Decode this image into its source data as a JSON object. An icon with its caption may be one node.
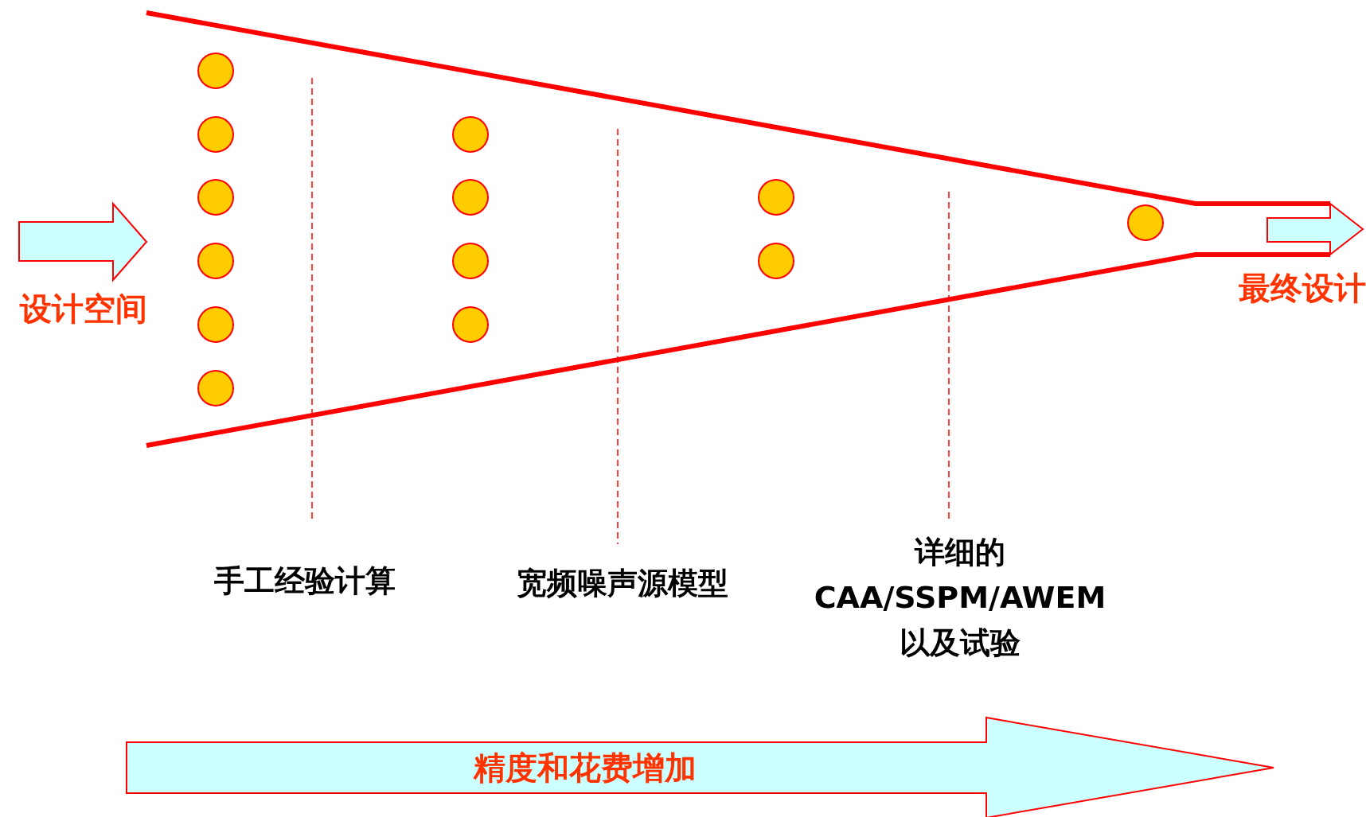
{
  "diagram": {
    "nodes": [
      {
        "text": [
          "设计空间"
        ]
      },
      {
        "text": [],
        "shape": "circle"
      },
      {
        "text": [],
        "shape": "circle"
      },
      {
        "text": [],
        "shape": "circle"
      },
      {
        "text": [],
        "shape": "circle"
      },
      {
        "text": [],
        "shape": "circle"
      },
      {
        "text": [],
        "shape": "circle"
      },
      {
        "text": [],
        "shape": "circle"
      },
      {
        "text": [],
        "shape": "circle"
      },
      {
        "text": [],
        "shape": "circle"
      },
      {
        "text": [],
        "shape": "circle"
      },
      {
        "text": [],
        "shape": "circle"
      },
      {
        "text": [],
        "shape": "circle"
      },
      {
        "text": [],
        "shape": "circle"
      },
      {
        "text": [
          "最终设计"
        ]
      },
      {
        "text": [
          "精度和花费增加"
        ]
      }
    ],
    "edges": [],
    "labels": [
      "手工经验计算",
      "宽频噪声源模型",
      "详细的 CAA/SSPM/AWEM 以及试验"
    ]
  }
}
